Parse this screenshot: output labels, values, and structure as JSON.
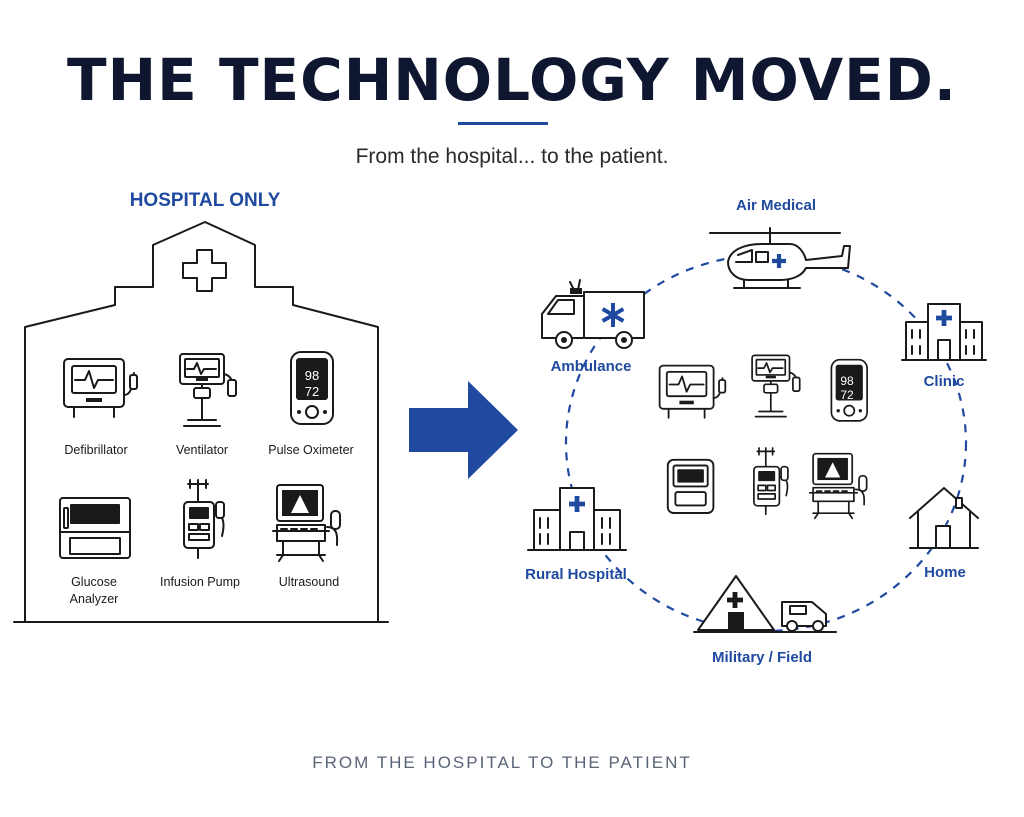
{
  "title": "THE TECHNOLOGY MOVED.",
  "subtitle": "From the hospital... to the patient.",
  "footer": "FROM THE HOSPITAL TO THE PATIENT",
  "hospital": {
    "heading": "HOSPITAL ONLY",
    "devices": [
      {
        "label_lines": [
          "Defibrillator"
        ],
        "icon": "defibrillator-icon"
      },
      {
        "label_lines": [
          "Ventilator"
        ],
        "icon": "ventilator-icon"
      },
      {
        "label_lines": [
          "Pulse Oximeter"
        ],
        "icon": "pulse-oximeter-icon"
      },
      {
        "label_lines": [
          "Glucose",
          "Analyzer"
        ],
        "icon": "glucose-analyzer-icon"
      },
      {
        "label_lines": [
          "Infusion Pump"
        ],
        "icon": "infusion-pump-icon"
      },
      {
        "label_lines": [
          "Ultrasound"
        ],
        "icon": "ultrasound-icon"
      }
    ],
    "oximeter_values": [
      "98",
      "72"
    ]
  },
  "arrow_icon": "right-arrow-icon",
  "destinations": [
    {
      "label": "Air Medical",
      "icon": "helicopter-icon"
    },
    {
      "label": "Clinic",
      "icon": "clinic-icon"
    },
    {
      "label": "Home",
      "icon": "home-icon"
    },
    {
      "label": "Military / Field",
      "icon": "field-tent-icon"
    },
    {
      "label": "Rural Hospital",
      "icon": "rural-hospital-icon"
    },
    {
      "label": "Ambulance",
      "icon": "ambulance-icon"
    }
  ],
  "colors": {
    "accent": "#1f4aa0",
    "title": "#0f1730",
    "footer": "#5a6477"
  }
}
